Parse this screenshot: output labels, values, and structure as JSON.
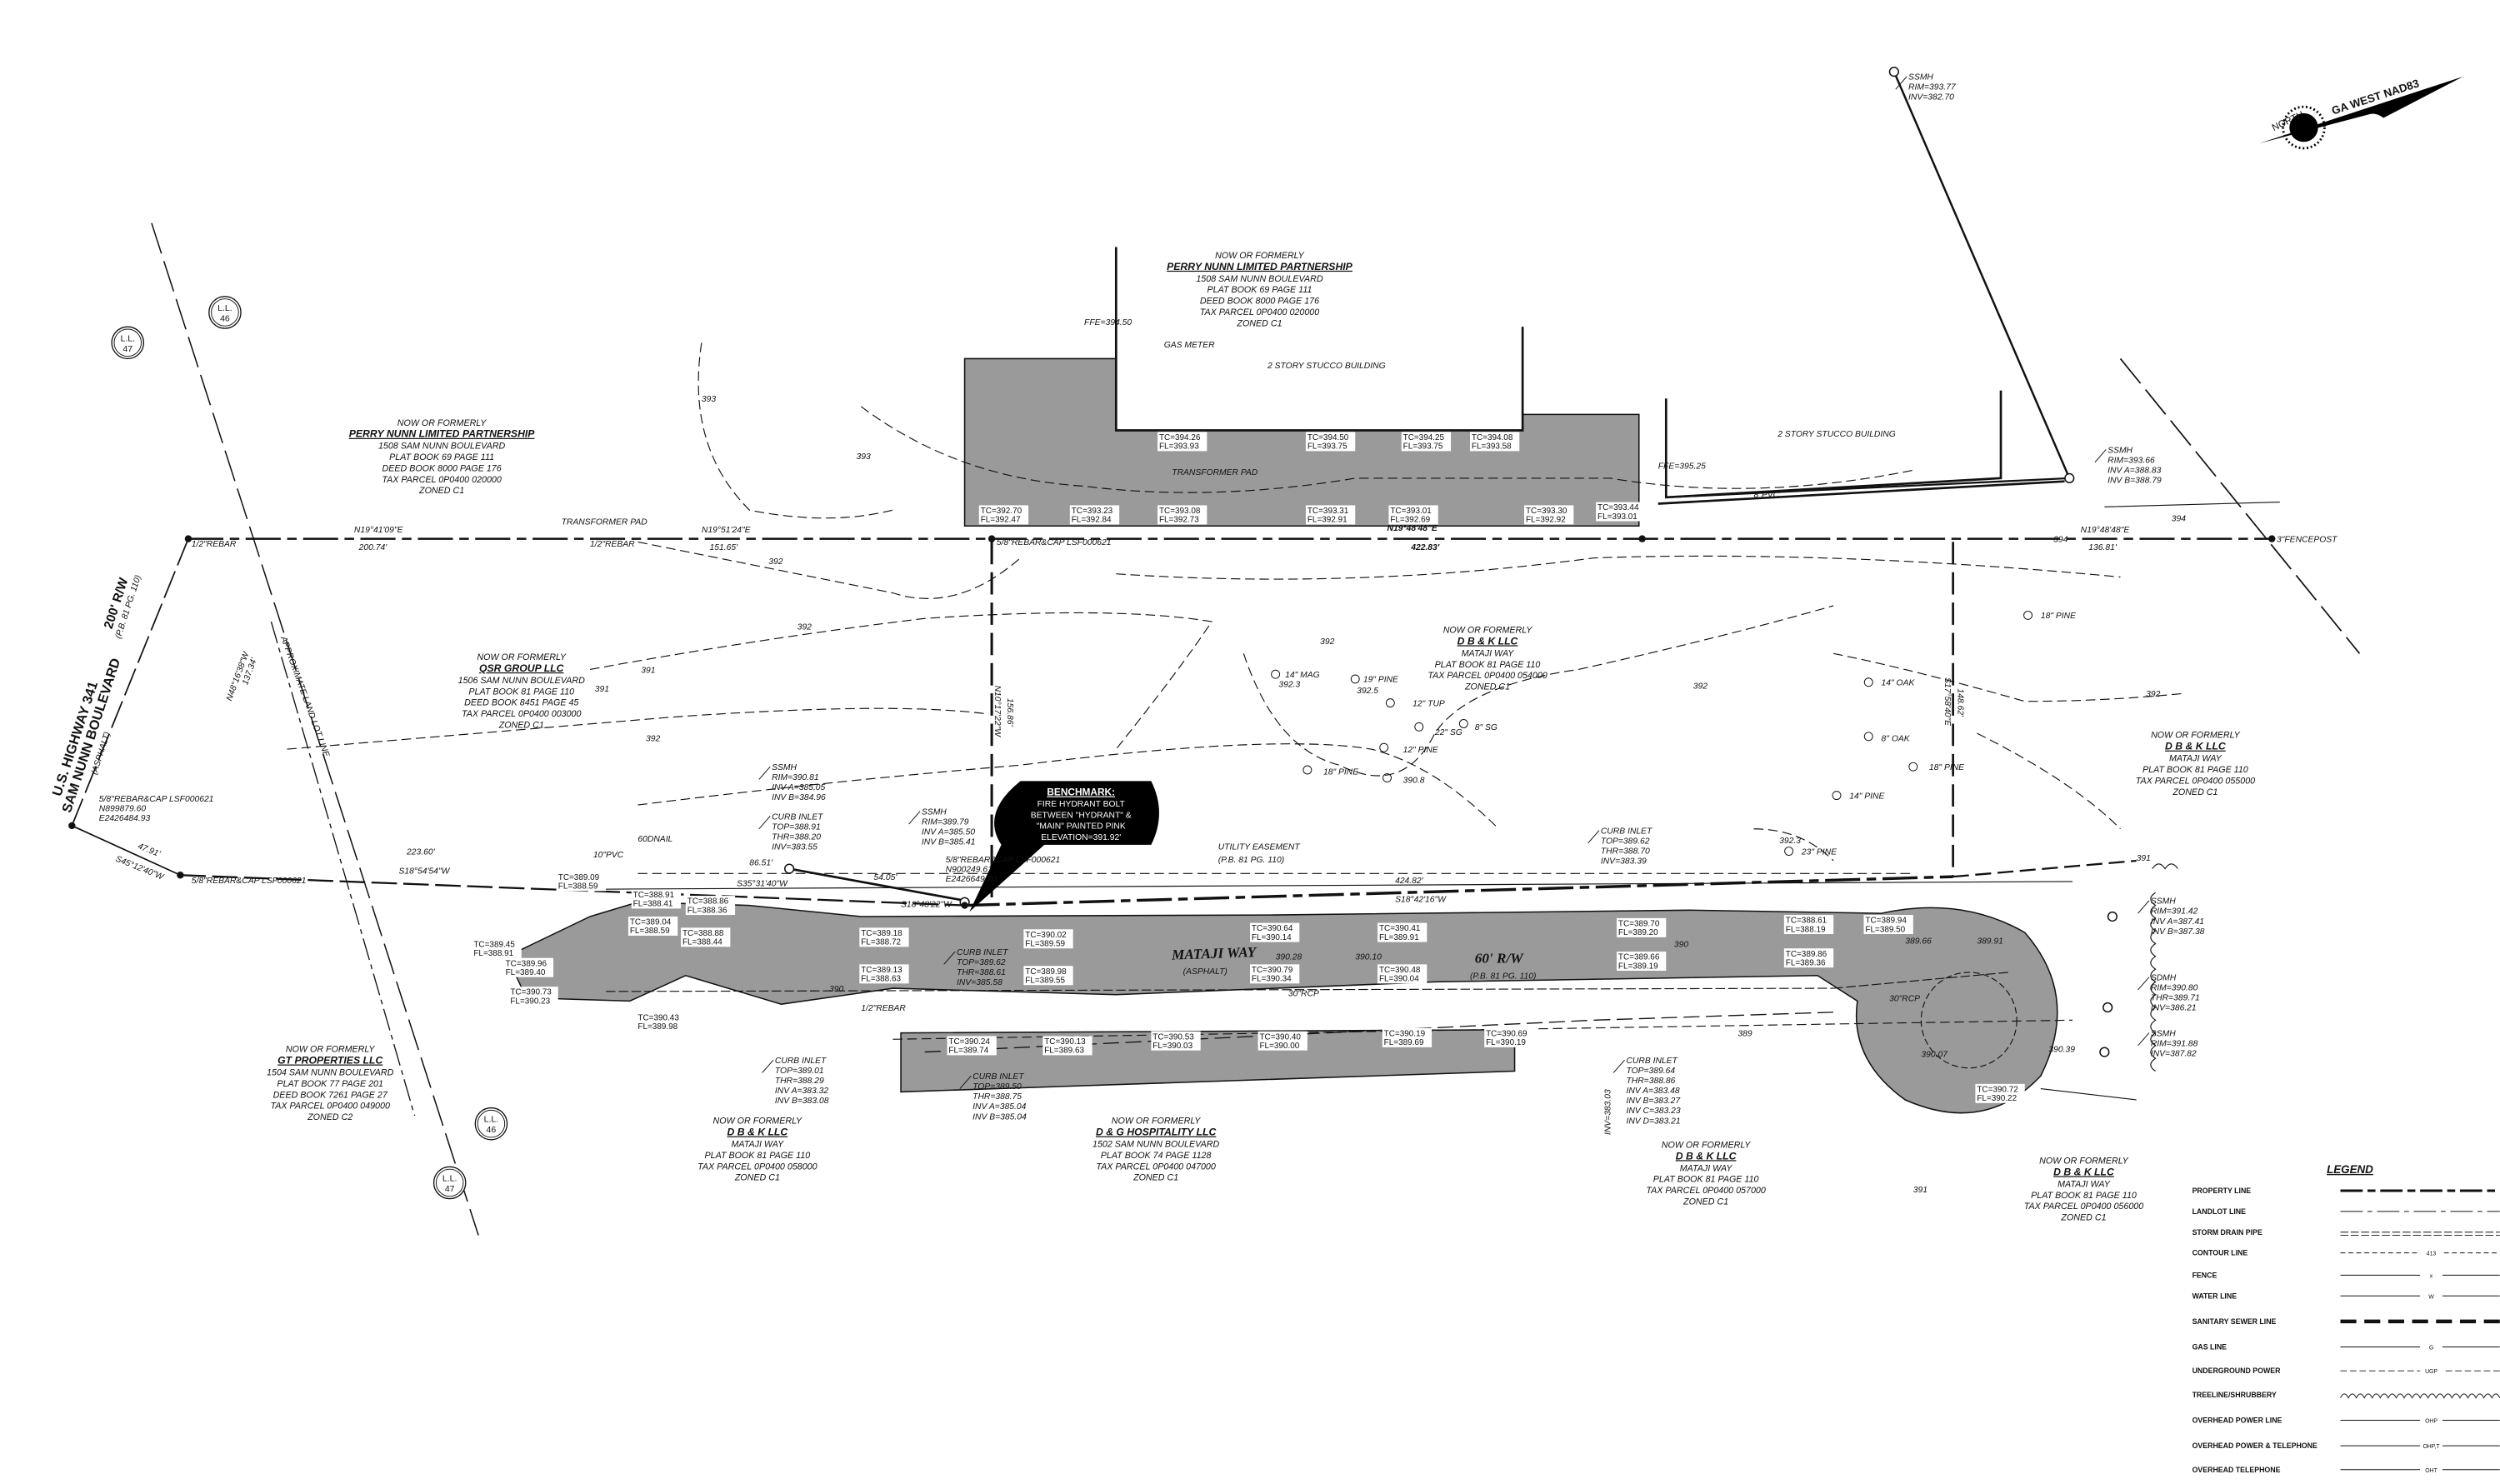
{
  "north_arrow": {
    "label": "NORTH",
    "datum": "GA WEST NAD83"
  },
  "owners": [
    {
      "prefix": "NOW OR FORMERLY",
      "name": "PERRY NUNN LIMITED PARTNERSHIP",
      "lines": [
        "1508 SAM NUNN BOULEVARD",
        "PLAT BOOK 69 PAGE 111",
        "DEED BOOK 8000 PAGE 176",
        "TAX PARCEL 0P0400 020000",
        "ZONED C1"
      ]
    },
    {
      "prefix": "NOW OR FORMERLY",
      "name": "PERRY NUNN LIMITED PARTNERSHIP",
      "lines": [
        "1508 SAM NUNN BOULEVARD",
        "PLAT BOOK 69 PAGE 111",
        "DEED BOOK 8000 PAGE 176",
        "TAX PARCEL 0P0400 020000",
        "ZONED C1"
      ]
    },
    {
      "prefix": "NOW OR FORMERLY",
      "name": "QSR GROUP LLC",
      "lines": [
        "1506 SAM NUNN BOULEVARD",
        "PLAT BOOK 81 PAGE 110",
        "DEED BOOK 8451 PAGE 45",
        "TAX PARCEL 0P0400 003000",
        "ZONED C1"
      ]
    },
    {
      "prefix": "NOW OR FORMERLY",
      "name": "D B & K LLC",
      "lines": [
        "MATAJI WAY",
        "PLAT BOOK 81 PAGE 110",
        "TAX PARCEL 0P0400 054000",
        "ZONED C1"
      ]
    },
    {
      "prefix": "NOW OR FORMERLY",
      "name": "D B & K LLC",
      "lines": [
        "MATAJI WAY",
        "PLAT BOOK 81 PAGE 110",
        "TAX PARCEL 0P0400 055000",
        "ZONED C1"
      ]
    },
    {
      "prefix": "NOW OR FORMERLY",
      "name": "GT PROPERTIES LLC",
      "lines": [
        "1504 SAM NUNN BOULEVARD",
        "PLAT BOOK 77 PAGE 201",
        "DEED BOOK 7261 PAGE 27",
        "TAX PARCEL 0P0400 049000",
        "ZONED C2"
      ]
    },
    {
      "prefix": "NOW OR FORMERLY",
      "name": "D B & K LLC",
      "lines": [
        "MATAJI WAY",
        "PLAT BOOK 81 PAGE 110",
        "TAX PARCEL 0P0400 058000",
        "ZONED C1"
      ]
    },
    {
      "prefix": "NOW OR FORMERLY",
      "name": "D & G HOSPITALITY LLC",
      "lines": [
        "1502 SAM NUNN BOULEVARD",
        "PLAT BOOK 74 PAGE 1128",
        "TAX PARCEL 0P0400 047000",
        "ZONED C1"
      ]
    },
    {
      "prefix": "NOW OR FORMERLY",
      "name": "D B & K LLC",
      "lines": [
        "MATAJI WAY",
        "PLAT BOOK 81 PAGE 110",
        "TAX PARCEL 0P0400 057000",
        "ZONED C1"
      ]
    },
    {
      "prefix": "NOW OR FORMERLY",
      "name": "D B & K LLC",
      "lines": [
        "MATAJI WAY",
        "PLAT BOOK 81 PAGE 110",
        "TAX PARCEL 0P0400 056000",
        "ZONED C1"
      ]
    }
  ],
  "structures": [
    {
      "type": "SSMH",
      "lines": [
        "RIM=393.77",
        "INV=382.70"
      ]
    },
    {
      "type": "SSMH",
      "lines": [
        "RIM=393.66",
        "INV A=388.83",
        "INV B=388.79"
      ]
    },
    {
      "type": "SSMH",
      "lines": [
        "RIM=390.81",
        "INV A=385.05",
        "INV B=384.96"
      ]
    },
    {
      "type": "CURB INLET",
      "lines": [
        "TOP=388.91",
        "THR=388.20",
        "INV=383.55"
      ]
    },
    {
      "type": "SSMH",
      "lines": [
        "RIM=389.79",
        "INV A=385.50",
        "INV B=385.41"
      ]
    },
    {
      "type": "CURB INLET",
      "lines": [
        "TOP=389.62",
        "THR=388.70",
        "INV=383.39"
      ]
    },
    {
      "type": "SSMH",
      "lines": [
        "RIM=391.42",
        "INV A=387.41",
        "INV B=387.38"
      ]
    },
    {
      "type": "SDMH",
      "lines": [
        "RIM=390.80",
        "THR=389.71",
        "INV=386.21"
      ]
    },
    {
      "type": "SSMH",
      "lines": [
        "RIM=391.88",
        "INV=387.82"
      ]
    },
    {
      "type": "CURB INLET",
      "lines": [
        "TOP=389.01",
        "THR=388.29",
        "INV A=383.32",
        "INV B=383.08"
      ]
    },
    {
      "type": "CURB INLET",
      "lines": [
        "TOP=389.50",
        "THR=388.75",
        "INV A=385.04",
        "INV B=385.04"
      ]
    },
    {
      "type": "CURB INLET",
      "lines": [
        "TOP=389.64",
        "THR=388.86",
        "INV A=383.48",
        "INV B=383.27",
        "INV C=383.23",
        "INV D=383.21"
      ]
    },
    {
      "type": "CURB INLET",
      "lines": [
        "TOP=389.62",
        "THR=388.61",
        "INV=385.58"
      ]
    }
  ],
  "spot_elevations": [
    {
      "tc": "TC=394.26",
      "fl": "FL=393.93"
    },
    {
      "tc": "TC=394.50",
      "fl": "FL=393.75"
    },
    {
      "tc": "TC=394.25",
      "fl": "FL=393.75"
    },
    {
      "tc": "TC=394.08",
      "fl": "FL=393.58"
    },
    {
      "tc": "TC=392.70",
      "fl": "FL=392.47"
    },
    {
      "tc": "TC=393.23",
      "fl": "FL=392.84"
    },
    {
      "tc": "TC=393.08",
      "fl": "FL=392.73"
    },
    {
      "tc": "TC=393.31",
      "fl": "FL=392.91"
    },
    {
      "tc": "TC=393.01",
      "fl": "FL=392.69"
    },
    {
      "tc": "TC=393.30",
      "fl": "FL=392.92"
    },
    {
      "tc": "TC=393.44",
      "fl": "FL=393.01"
    },
    {
      "tc": "TC=389.45",
      "fl": "FL=388.91"
    },
    {
      "tc": "TC=389.96",
      "fl": "FL=389.40"
    },
    {
      "tc": "TC=390.73",
      "fl": "FL=390.23"
    },
    {
      "tc": "TC=389.09",
      "fl": "FL=388.59"
    },
    {
      "tc": "TC=388.91",
      "fl": "FL=388.41"
    },
    {
      "tc": "TC=389.04",
      "fl": "FL=388.59"
    },
    {
      "tc": "TC=388.86",
      "fl": "FL=388.36"
    },
    {
      "tc": "TC=388.88",
      "fl": "FL=388.44"
    },
    {
      "tc": "TC=389.18",
      "fl": "FL=388.72"
    },
    {
      "tc": "TC=389.13",
      "fl": "FL=388.63"
    },
    {
      "tc": "TC=390.02",
      "fl": "FL=389.59"
    },
    {
      "tc": "TC=389.98",
      "fl": "FL=389.55"
    },
    {
      "tc": "TC=390.64",
      "fl": "FL=390.14"
    },
    {
      "tc": "TC=390.79",
      "fl": "FL=390.34"
    },
    {
      "tc": "TC=390.41",
      "fl": "FL=389.91"
    },
    {
      "tc": "TC=390.48",
      "fl": "FL=390.04"
    },
    {
      "tc": "TC=389.70",
      "fl": "FL=389.20"
    },
    {
      "tc": "TC=389.66",
      "fl": "FL=389.19"
    },
    {
      "tc": "TC=388.61",
      "fl": "FL=388.19"
    },
    {
      "tc": "TC=389.86",
      "fl": "FL=389.36"
    },
    {
      "tc": "TC=389.94",
      "fl": "FL=389.50"
    },
    {
      "tc": "TC=390.72",
      "fl": "FL=390.22"
    },
    {
      "tc": "TC=390.43",
      "fl": "FL=389.98"
    },
    {
      "tc": "TC=390.24",
      "fl": "FL=389.74"
    },
    {
      "tc": "TC=390.13",
      "fl": "FL=389.63"
    },
    {
      "tc": "TC=390.53",
      "fl": "FL=390.03"
    },
    {
      "tc": "TC=390.40",
      "fl": "FL=390.00"
    },
    {
      "tc": "TC=390.19",
      "fl": "FL=389.69"
    },
    {
      "tc": "TC=390.69",
      "fl": "FL=390.19"
    }
  ],
  "annotations": [
    "N19°41'09\"E",
    "200.74'",
    "1/2\"REBAR",
    "1/2\"REBAR",
    "N19°51'24\"E",
    "151.65'",
    "TRANSFORMER PAD",
    "N19°48'48\"E",
    "422.83'",
    "N19°48'48\"E",
    "136.81'",
    "3\"FENCEPOST",
    "5/8\"REBAR&CAP LSF000621",
    "2 STORY STUCCO BUILDING",
    "2 STORY STUCCO BUILDING",
    "GAS METER",
    "FFE=394.50",
    "FFE=395.25",
    "TRANSFORMER PAD",
    "UTILITY EASEMENT",
    "(P.B. 81 PG. 110)",
    "424.82'",
    "S18°42'16\"W",
    "54.05'",
    "S18°48'22\"W",
    "N10°17'22\"W",
    "156.86'",
    "S17°58'40\"E",
    "148.62'",
    "223.60'",
    "S18°54'54\"W",
    "86.51'",
    "S35°31'40\"W",
    "10\"PVC",
    "60DNAIL",
    "5/8\"REBAR&CAP LSF000621",
    "N899879.60",
    "E2426484.93",
    "5/8\"REBAR&CAP LSF000621",
    "5/8\"REBAR&CAP LSF000621",
    "N900249.61",
    "E2426649.20",
    "N48°16'38\"W",
    "137.34'",
    "47.91'",
    "S45°12'40\"W",
    "APPROXIMATE LAND LOT LINE",
    "30\"RCP",
    "30\"RCP",
    "8\"PVC",
    "390.28",
    "390.10",
    "390.07",
    "390.39",
    "1/2\"REBAR",
    "14\" MAG",
    "392.3",
    "19\" PINE",
    "392.5",
    "12\" TUP",
    "22\" SG",
    "8\" SG",
    "12\" PINE",
    "18\" PINE",
    "390.8",
    "14\" OAK",
    "8\" OAK",
    "18\" PINE",
    "14\" PINE",
    "23\" PINE",
    "392.3",
    "18\" PINE",
    "393",
    "393",
    "392",
    "392",
    "391",
    "392",
    "391",
    "390",
    "390",
    "394",
    "394",
    "392",
    "392",
    "389",
    "INV=383.03",
    "389.66",
    "389.91",
    "391",
    "391",
    "392"
  ],
  "road": {
    "name": "MATAJI WAY",
    "surface": "(ASPHALT)",
    "row": "60' R/W",
    "row_ref": "(P.B. 81 PG. 110)"
  },
  "highway": {
    "name1": "U.S. HIGHWAY 341",
    "name2": "SAM NUNN BOULEVARD",
    "surface": "(ASPHALT)",
    "row": "200' R/W",
    "row_ref": "(P.B. 81 PG. 110)"
  },
  "benchmark": {
    "title": "BENCHMARK:",
    "lines": [
      "FIRE HYDRANT BOLT",
      "BETWEEN \"HYDRANT\" &",
      "\"MAIN\"  PAINTED PINK",
      "ELEVATION=391.92'"
    ]
  },
  "land_lots": [
    {
      "label": "L.L.",
      "number": "47"
    },
    {
      "label": "L.L.",
      "number": "46"
    },
    {
      "label": "L.L.",
      "number": "46"
    },
    {
      "label": "L.L.",
      "number": "47"
    }
  ],
  "legend": {
    "title": "LEGEND",
    "items": [
      {
        "label": "PROPERTY LINE",
        "tag": ""
      },
      {
        "label": "LANDLOT LINE",
        "tag": ""
      },
      {
        "label": "STORM DRAIN PIPE",
        "tag": ""
      },
      {
        "label": "CONTOUR LINE",
        "tag": "413"
      },
      {
        "label": "FENCE",
        "tag": "x"
      },
      {
        "label": "WATER LINE",
        "tag": "W"
      },
      {
        "label": "SANITARY SEWER LINE",
        "tag": ""
      },
      {
        "label": "GAS LINE",
        "tag": "G"
      },
      {
        "label": "UNDERGROUND POWER",
        "tag": "UGP"
      },
      {
        "label": "TREELINE/SHRUBBERY",
        "tag": ""
      },
      {
        "label": "OVERHEAD POWER LINE",
        "tag": "OHP"
      },
      {
        "label": "OVERHEAD POWER & TELEPHONE",
        "tag": "OHP,T"
      },
      {
        "label": "OVERHEAD TELEPHONE",
        "tag": "OHT"
      }
    ]
  },
  "colors": {
    "paving": "#9a9a9a",
    "ink": "#111111"
  }
}
